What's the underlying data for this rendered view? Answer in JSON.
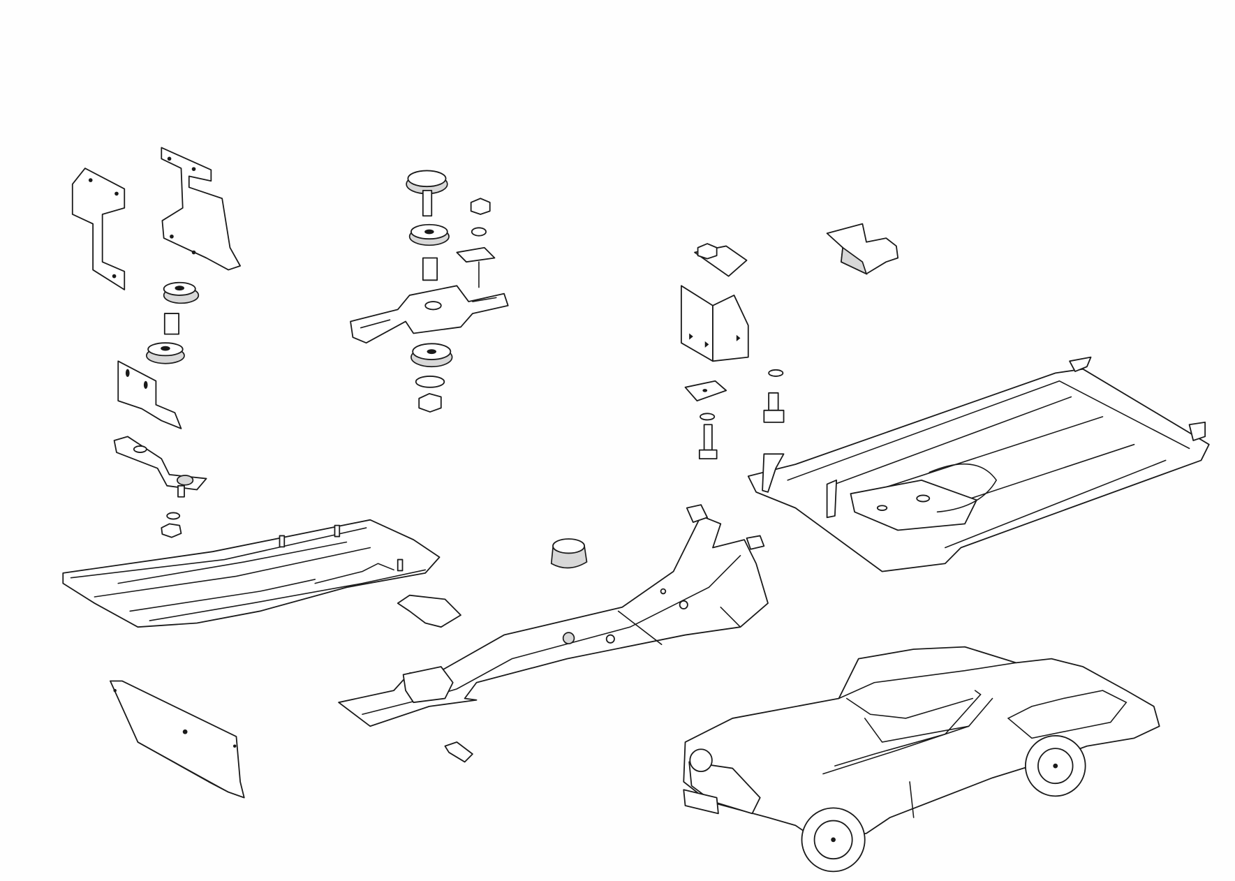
{
  "diagram": {
    "type": "exploded parts drawing",
    "line_color": "#1a1a1a",
    "background_color": "#fefefe",
    "parts": [
      "bracket-left-a",
      "bracket-left-b",
      "rubber-mount-left",
      "bracket-left-c",
      "mount-plate-left",
      "washer-nut-left",
      "floor-panel-left",
      "small-bracket",
      "deflector-plate",
      "center-mount-stack",
      "center-bracket-plate",
      "rubber-plug",
      "center-crossmember",
      "small-clip",
      "clip-nut",
      "saddle-bracket",
      "u-bracket",
      "shim-plate",
      "bolt-a",
      "bolt-b",
      "floor-panel-right",
      "car-overview"
    ]
  }
}
